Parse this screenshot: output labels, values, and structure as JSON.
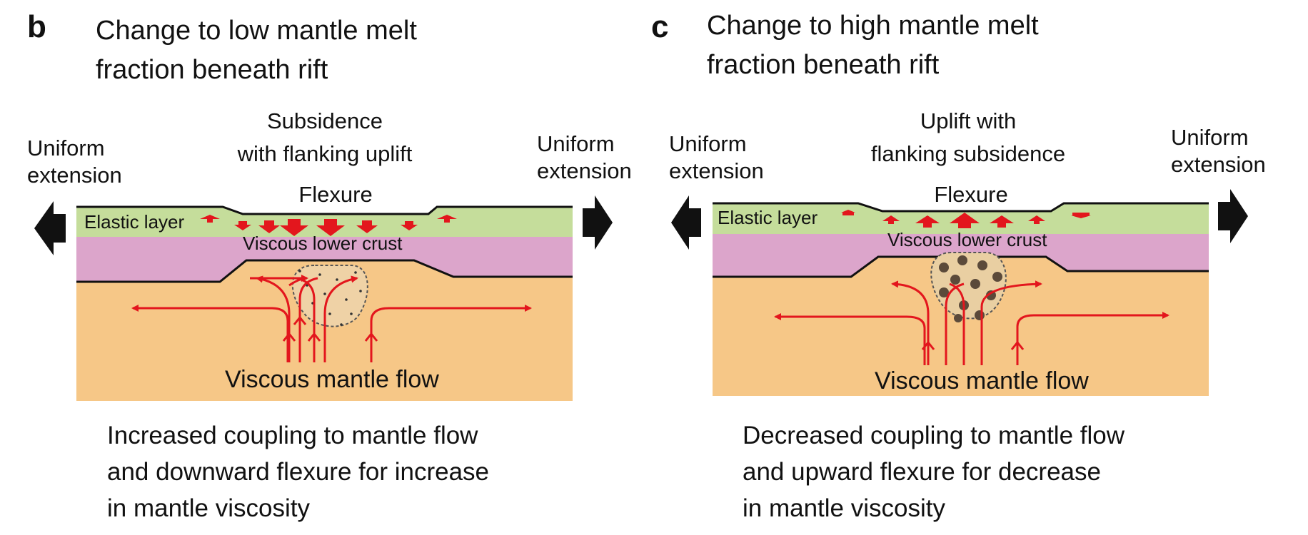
{
  "panels": [
    {
      "letter": "b",
      "title_line1": "Change to low mantle melt",
      "title_line2": "fraction beneath rift",
      "left_extension_line1": "Uniform",
      "left_extension_line2": "extension",
      "right_extension_line1": "Uniform",
      "right_extension_line2": "extension",
      "top_label_line1": "Subsidence",
      "top_label_line2": "with flanking uplift",
      "flexure_label": "Flexure",
      "elastic_label": "Elastic layer",
      "crust_label": "Viscous lower crust",
      "mantle_label": "Viscous mantle flow",
      "caption_line1": "Increased coupling to mantle flow",
      "caption_line2": "and downward flexure for increase",
      "caption_line3": "in mantle viscosity",
      "melt_fraction": "low",
      "flexure_direction": "downward"
    },
    {
      "letter": "c",
      "title_line1": "Change to high mantle melt",
      "title_line2": "fraction beneath rift",
      "left_extension_line1": "Uniform",
      "left_extension_line2": "extension",
      "right_extension_line1": "Uniform",
      "right_extension_line2": "extension",
      "top_label_line1": "Uplift with",
      "top_label_line2": "flanking subsidence",
      "flexure_label": "Flexure",
      "elastic_label": "Elastic layer",
      "crust_label": "Viscous lower crust",
      "mantle_label": "Viscous mantle flow",
      "caption_line1": "Decreased coupling to mantle flow",
      "caption_line2": "and upward flexure for decrease",
      "caption_line3": "in mantle viscosity",
      "melt_fraction": "high",
      "flexure_direction": "upward"
    }
  ],
  "colors": {
    "elastic_layer": "#c5dd9b",
    "lower_crust": "#dca5cb",
    "mantle": "#f6c787",
    "flow_arrow": "#e3161d",
    "melt_zone": "#e9cfa2",
    "melt_dots_high": "#5b4a3a",
    "boundary_line": "#111111"
  }
}
